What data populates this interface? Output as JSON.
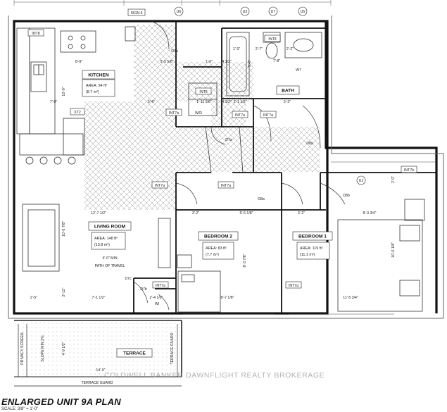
{
  "title": "ENLARGED UNIT 9A PLAN",
  "scale": "SCALE: 3/8\" = 1'-0\"",
  "watermark": "COLDWELL BANKER DAWNFLIGHT REALTY BROKERAGE",
  "rooms": {
    "kitchen": {
      "name": "KITCHEN",
      "area1": "AREA: 94 ft²",
      "area2": "(8.7 m²)"
    },
    "bath": {
      "name": "BATH"
    },
    "living": {
      "name": "LIVING ROOM",
      "area1": "AREA: 148 ft²",
      "area2": "(13.8 m²)"
    },
    "bedroom2": {
      "name": "BEDROOM 2",
      "area1": "AREA: 83 ft²",
      "area2": "(7.7 m²)"
    },
    "bedroom1": {
      "name": "BEDROOM 1",
      "area1": "AREA: 119 ft²",
      "area2": "(11.1 m²)"
    },
    "terrace": {
      "name": "TERRACE"
    }
  },
  "tags": {
    "sign": "SIGN.6",
    "u6": "U6",
    "u3": "U3",
    "u7": "U7",
    "u5": "U5",
    "u1": "U1",
    "int8a": "INT8",
    "int8b": "INT8",
    "int8c": "INT8",
    "int7a_1": "INT7a",
    "int7a_2": "INT7a",
    "int7a_3": "INT7a",
    "int7a_4": "INT7a",
    "int7a_5": "INT7a",
    "int7a_6": "INT7a",
    "int7a_7": "INT7a",
    "int7b": "INT7b",
    "d7a_1": "D7a",
    "d7a_2": "D7a",
    "d7b": "D7b",
    "d8a_1": "D8a",
    "d8a_2": "D8a",
    "d8b": "D8b",
    "d7c": "D7c",
    "w7": "W7",
    "xt2": "XT2",
    "wd": "W/D",
    "wi": "WI"
  },
  "dims": {
    "d_8_9": "8'-9\"",
    "d_5_5_58": "5'-5 5/8\"",
    "d_1_0": "1'-0\"",
    "d_4_12_a": "4 1/2\"",
    "d_2_7": "2'-7\"",
    "d_7_8": "7'-8\"",
    "d_1_3": "1'-3\"",
    "d_2_2": "2'-2\"",
    "d_10_9": "10'-9\"",
    "d_7_9": "7'-9\"",
    "d_5_6": "5'-6\"",
    "d_1_11_58": "1'-11 5/8\"",
    "d_4_12_b": "4 1/2\"",
    "d_2_1_12": "2'-1 1/2\"",
    "d_5_2": "5'-2\"",
    "d_5_0": "5'-0\"",
    "d_12_7_12": "12'-7 1/2\"",
    "d_3_2_a": "3'-2\"",
    "d_5_5_18": "5'-5 1/8\"",
    "d_3_2_b": "3'-2\"",
    "d_8_3_34": "8'-3 3/4\"",
    "d_10_0_78": "10'-0 7/8\"",
    "d_4_0_min": "4'-0\" MIN",
    "path_of_travel": "PATH OF TRAVEL",
    "d_8_3_78": "8'-3 7/8\"",
    "d_10_0_18": "10'-0 1/8\"",
    "d_7_1_12": "7'-1 1/2\"",
    "d_2_4_12": "2'-4 1/2\"",
    "d_8_7_18": "8'-7 1/8\"",
    "d_11_5_34": "11'-5 3/4\"",
    "d_2_5": "2'-5\"",
    "d_2_11": "2'-11\"",
    "d_2_0": "2'-0\"",
    "d_14_0": "14'-0\"",
    "d_4_9_12": "4'-9 1/2\"",
    "privacy_screen": "PRIVACY SCREEN",
    "slope": "SLOPE MIN 2%",
    "terrace_guard_h": "TERRACE GUARD",
    "terrace_guard_v": "TERRACE GUARD"
  }
}
